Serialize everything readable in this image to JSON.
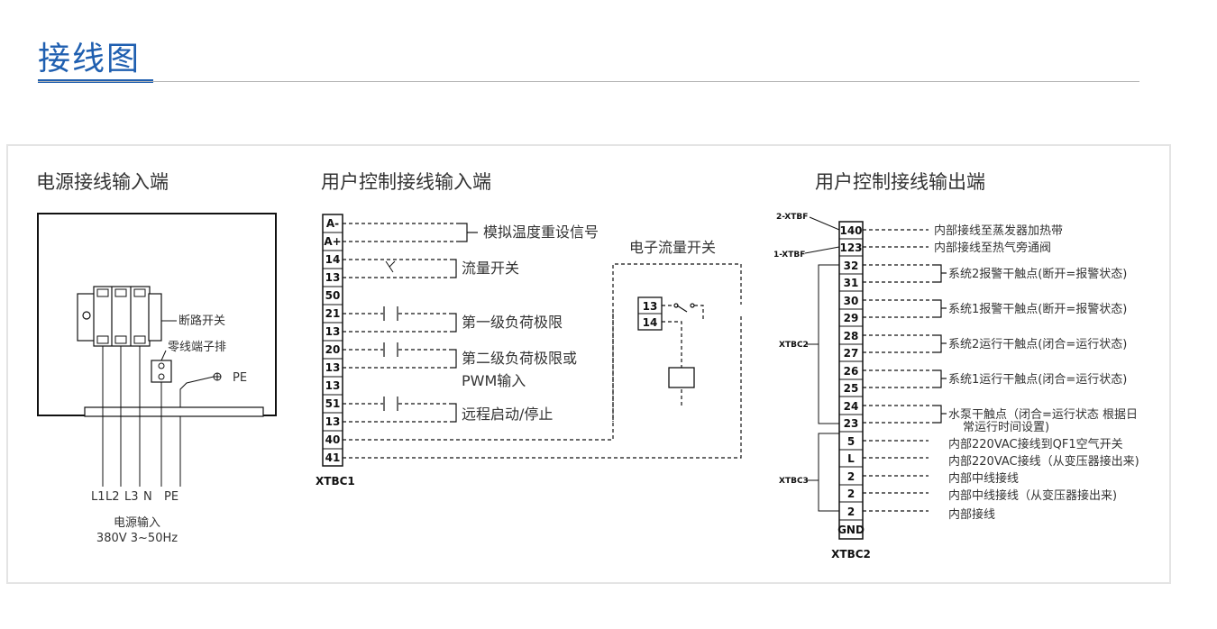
{
  "page": {
    "title": "接线图"
  },
  "power_section": {
    "title": "电源接线输入端",
    "breaker_label": "断路开关",
    "neutral_bar_label": "零线端子排",
    "pe_label": "PE",
    "terminals": [
      "L1",
      "L2",
      "L3",
      "N",
      "PE"
    ],
    "input_title": "电源输入",
    "input_spec": "380V 3~50Hz"
  },
  "control_input": {
    "title": "用户控制接线输入端",
    "terminals": [
      "A-",
      "A+",
      "14",
      "13",
      "50",
      "21",
      "13",
      "20",
      "13",
      "13",
      "51",
      "13",
      "40",
      "41"
    ],
    "strip_name": "XTBC1",
    "labels": {
      "analog": "模拟温度重设信号",
      "flow": "流量开关",
      "stage1": "第一级负荷极限",
      "stage2_line1": "第二级负荷极限或",
      "stage2_line2": "PWM输入",
      "remote": "远程启动/停止"
    },
    "flow_switch": {
      "title": "电子流量开关",
      "terminals": [
        "13",
        "14"
      ]
    }
  },
  "control_output": {
    "title": "用户控制接线输出端",
    "terminals": [
      "140",
      "123",
      "32",
      "31",
      "30",
      "29",
      "28",
      "27",
      "26",
      "25",
      "24",
      "23",
      "5",
      "L",
      "2",
      "2",
      "2",
      "GND"
    ],
    "strip_name": "XTBC2",
    "group_labels": {
      "xtbf2": "2-XTBF",
      "xtbf1": "1-XTBF",
      "xtbc2": "XTBC2",
      "xtbc3": "XTBC3"
    },
    "descriptions": {
      "t140": "内部接线至蒸发器加热带",
      "t123": "内部接线至热气旁通阀",
      "alarm2": "系统2报警干触点(断开=报警状态)",
      "alarm1": "系统1报警干触点(断开=报警状态)",
      "run2": "系统2运行干触点(闭合=运行状态)",
      "run1": "系统1运行干触点(闭合=运行状态)",
      "pump_line1": "水泵干触点（闭合=运行状态 根据日",
      "pump_line2": "常运行时间设置)",
      "t5": "内部220VAC接线到QF1空气开关",
      "tL": "内部220VAC接线（从变压器接出来)",
      "t2a": "内部中线接线",
      "t2b": "内部中线接线（从变压器接出来)",
      "t2c": "内部接线"
    }
  }
}
